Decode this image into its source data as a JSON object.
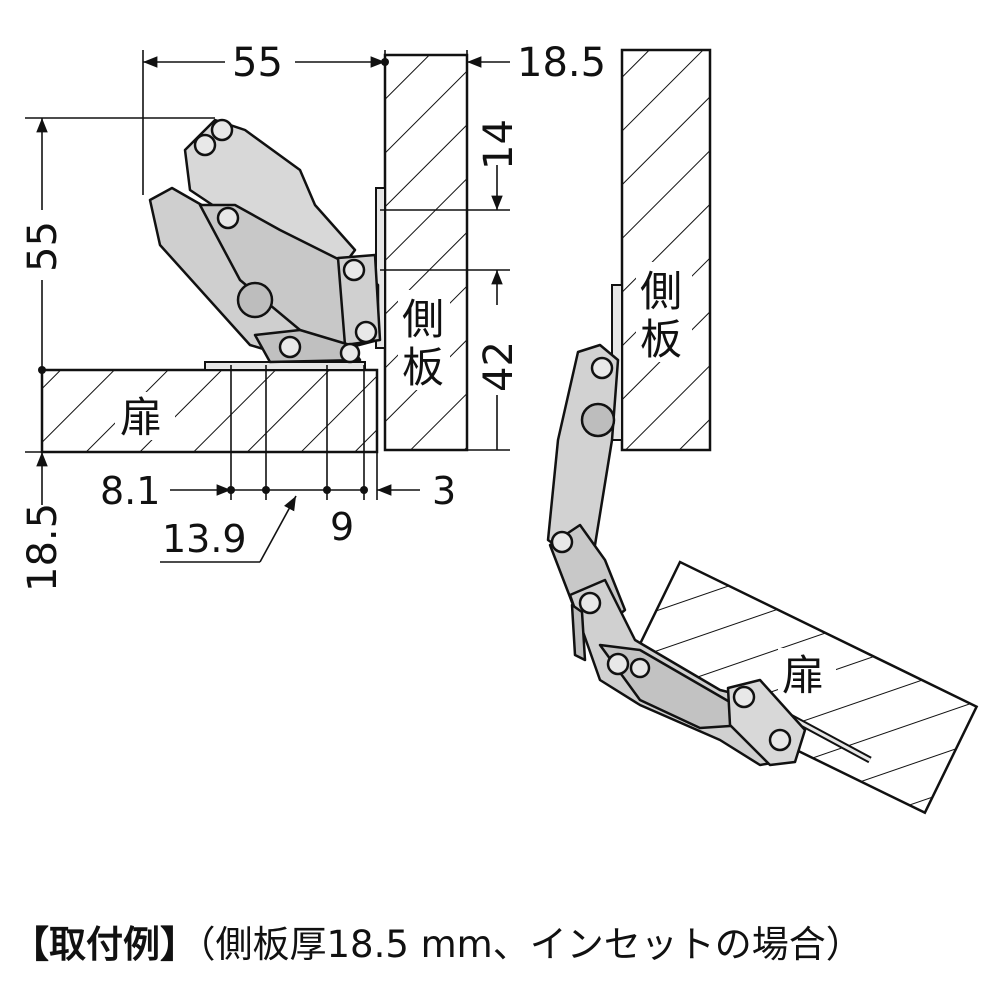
{
  "dimensions": {
    "top_width": "55",
    "side_thickness": "18.5",
    "height_55": "55",
    "offset_14": "14",
    "offset_42": "42",
    "door_thickness": "18.5",
    "d_8_1": "8.1",
    "d_13_9": "13.9",
    "d_9": "9",
    "d_3": "3"
  },
  "labels": {
    "side_panel_left": "側\n板",
    "side_panel_right": "側\n板",
    "door_left": "扉",
    "door_right": "扉"
  },
  "caption": {
    "title": "【取付例】",
    "detail": "（側板厚18.5 mm、インセットの場合）"
  }
}
